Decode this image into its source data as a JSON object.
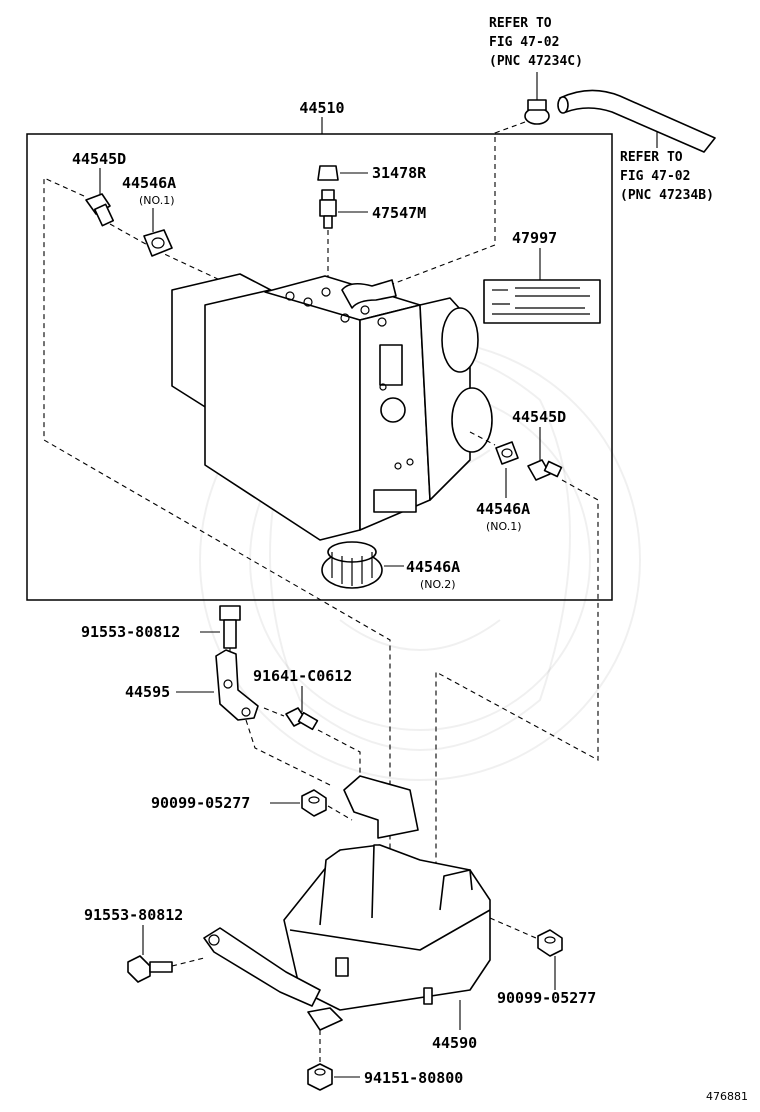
{
  "references": [
    {
      "line1": "REFER TO",
      "line2": "FIG 47-02",
      "line3": "(PNC 47234C)"
    },
    {
      "line1": "REFER TO",
      "line2": "FIG 47-02",
      "line3": "(PNC 47234B)"
    }
  ],
  "assembly_label": "44510",
  "labels": {
    "bolt_44545d_top": "44545D",
    "cap_44546a_top": "44546A",
    "cap_44546a_top_note": "(NO.1)",
    "plug_31478r": "31478R",
    "valve_47547m": "47547M",
    "label_47997": "47997",
    "bolt_44545d_right": "44545D",
    "cap_44546a_right": "44546A",
    "cap_44546a_right_note": "(NO.1)",
    "cap_44546a_bottom": "44546A",
    "cap_44546a_bottom_note": "(NO.2)",
    "bolt_91553_top": "91553-80812",
    "bracket_44595": "44595",
    "bolt_91641": "91641-C0612",
    "nut_90099_left": "90099-05277",
    "bolt_91553_bottom": "91553-80812",
    "nut_90099_right": "90099-05277",
    "bracket_44590": "44590",
    "nut_94151": "94151-80800"
  },
  "figure_number": "476881"
}
